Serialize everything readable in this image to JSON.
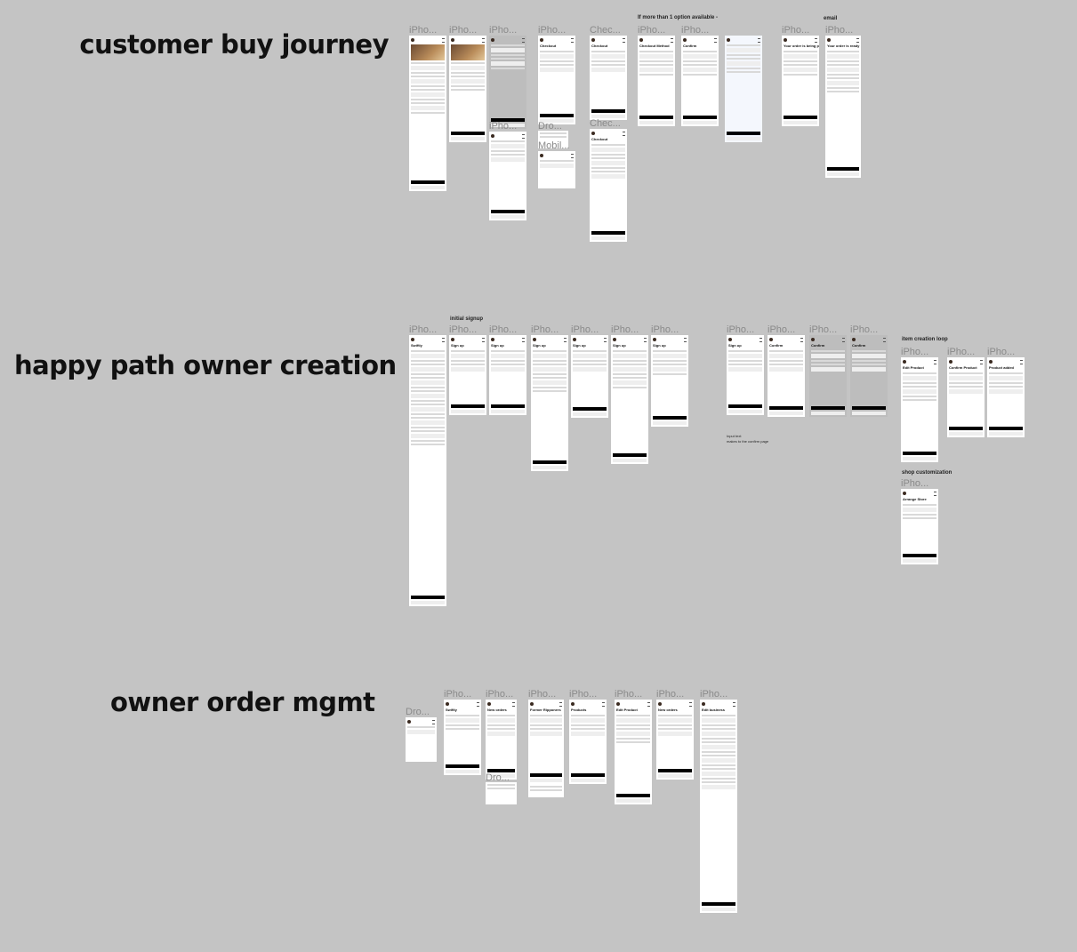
{
  "sections": [
    {
      "title": "customer buy journey"
    },
    {
      "title": "happy path owner creation"
    },
    {
      "title": "owner order mgmt"
    }
  ],
  "annotations": {
    "multi_option": "If more than 1 option available -",
    "initial_signup": "initial signup",
    "email": "email",
    "input_text_1": "Input text",
    "input_text_2": "makes to the confirm page",
    "item_creation_loop": "item creation loop",
    "shop_customization": "shop customization"
  },
  "frames": [
    {
      "label": "iPho...",
      "heading": ""
    },
    {
      "label": "iPho...",
      "heading": ""
    },
    {
      "label": "iPho...",
      "heading": ""
    },
    {
      "label": "iPho...",
      "heading": ""
    },
    {
      "label": "iPho...",
      "heading": "Checkout"
    },
    {
      "label": "Dro...",
      "heading": ""
    },
    {
      "label": "Mobil...",
      "heading": ""
    },
    {
      "label": "Chec...",
      "heading": "Checkout"
    },
    {
      "label": "Chec...",
      "heading": "Checkout"
    },
    {
      "label": "iPho...",
      "heading": "Checkout Method"
    },
    {
      "label": "iPho...",
      "heading": "Confirm"
    },
    {
      "label": "",
      "heading": ""
    },
    {
      "label": "iPho...",
      "heading": "Your order is being prepared"
    },
    {
      "label": "iPho...",
      "heading": "Your order is ready"
    },
    {
      "label": "iPho...",
      "heading": "Swiftly"
    },
    {
      "label": "iPho...",
      "heading": "Sign up"
    },
    {
      "label": "iPho...",
      "heading": "Sign up"
    },
    {
      "label": "iPho...",
      "heading": "Sign up"
    },
    {
      "label": "iPho...",
      "heading": "Sign up"
    },
    {
      "label": "iPho...",
      "heading": "Sign up"
    },
    {
      "label": "iPho...",
      "heading": "Sign up"
    },
    {
      "label": "iPho...",
      "heading": "Sign up"
    },
    {
      "label": "iPho...",
      "heading": "Confirm"
    },
    {
      "label": "iPho...",
      "heading": "Confirm"
    },
    {
      "label": "iPho...",
      "heading": "Confirm"
    },
    {
      "label": "iPho...",
      "heading": "Edit Product"
    },
    {
      "label": "iPho...",
      "heading": "Confirm Product"
    },
    {
      "label": "iPho...",
      "heading": "Product added"
    },
    {
      "label": "iPho...",
      "heading": "Arrange Store"
    },
    {
      "label": "Dro...",
      "heading": ""
    },
    {
      "label": "iPho...",
      "heading": "Swiftly"
    },
    {
      "label": "iPho...",
      "heading": "New orders"
    },
    {
      "label": "Dro...",
      "heading": ""
    },
    {
      "label": "iPho...",
      "heading": "Former Ripponers"
    },
    {
      "label": "",
      "heading": ""
    },
    {
      "label": "iPho...",
      "heading": "Products"
    },
    {
      "label": "iPho...",
      "heading": "Edit Product"
    },
    {
      "label": "iPho...",
      "heading": "New orders"
    },
    {
      "label": "iPho...",
      "heading": "Edit business"
    }
  ],
  "colors": {
    "canvas": "#c4c4c4",
    "frame": "#ffffff",
    "primary_button": "#000000"
  }
}
